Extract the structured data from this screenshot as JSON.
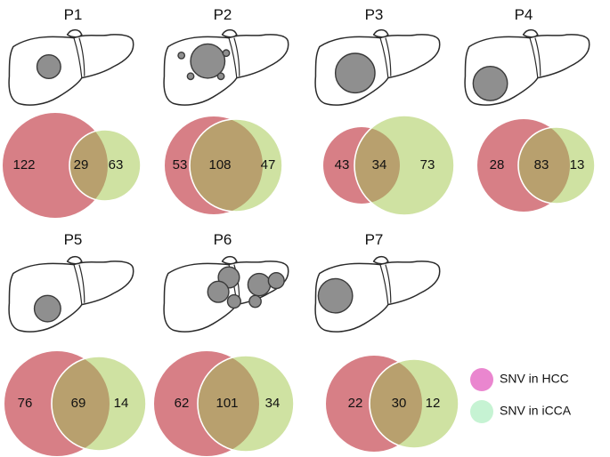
{
  "colors": {
    "hcc": "#d77f86",
    "icca": "#cfe2a2",
    "overlap": "#b8a06e",
    "legend_hcc": "#ea86cf",
    "legend_icca": "#c6f3d3"
  },
  "legend": [
    {
      "label": "SNV in HCC",
      "color_key": "legend_hcc"
    },
    {
      "label": "SNV in iCCA",
      "color_key": "legend_icca"
    }
  ],
  "patients": [
    {
      "id": "P1",
      "hcc_only": "122",
      "shared": "29",
      "icca_only": "63",
      "tumors": [
        [
          0.33,
          0.5,
          0.09
        ]
      ]
    },
    {
      "id": "P2",
      "hcc_only": "53",
      "shared": "108",
      "icca_only": "47",
      "tumors": [
        [
          0.36,
          0.43,
          0.13
        ],
        [
          0.16,
          0.36,
          0.025
        ],
        [
          0.23,
          0.62,
          0.025
        ],
        [
          0.46,
          0.62,
          0.025
        ],
        [
          0.5,
          0.33,
          0.025
        ]
      ]
    },
    {
      "id": "P3",
      "hcc_only": "43",
      "shared": "34",
      "icca_only": "73",
      "tumors": [
        [
          0.33,
          0.58,
          0.15
        ]
      ]
    },
    {
      "id": "P4",
      "hcc_only": "28",
      "shared": "83",
      "icca_only": "13",
      "tumors": [
        [
          0.22,
          0.71,
          0.13
        ]
      ]
    },
    {
      "id": "P5",
      "hcc_only": "76",
      "shared": "69",
      "icca_only": "14",
      "tumors": [
        [
          0.32,
          0.69,
          0.1
        ]
      ]
    },
    {
      "id": "P6",
      "hcc_only": "62",
      "shared": "101",
      "icca_only": "34",
      "tumors": [
        [
          0.52,
          0.3,
          0.08
        ],
        [
          0.44,
          0.48,
          0.08
        ],
        [
          0.56,
          0.6,
          0.05
        ],
        [
          0.75,
          0.39,
          0.085
        ],
        [
          0.72,
          0.6,
          0.045
        ],
        [
          0.88,
          0.34,
          0.06
        ]
      ]
    },
    {
      "id": "P7",
      "hcc_only": "22",
      "shared": "30",
      "icca_only": "12",
      "tumors": [
        [
          0.18,
          0.53,
          0.13
        ]
      ]
    }
  ]
}
